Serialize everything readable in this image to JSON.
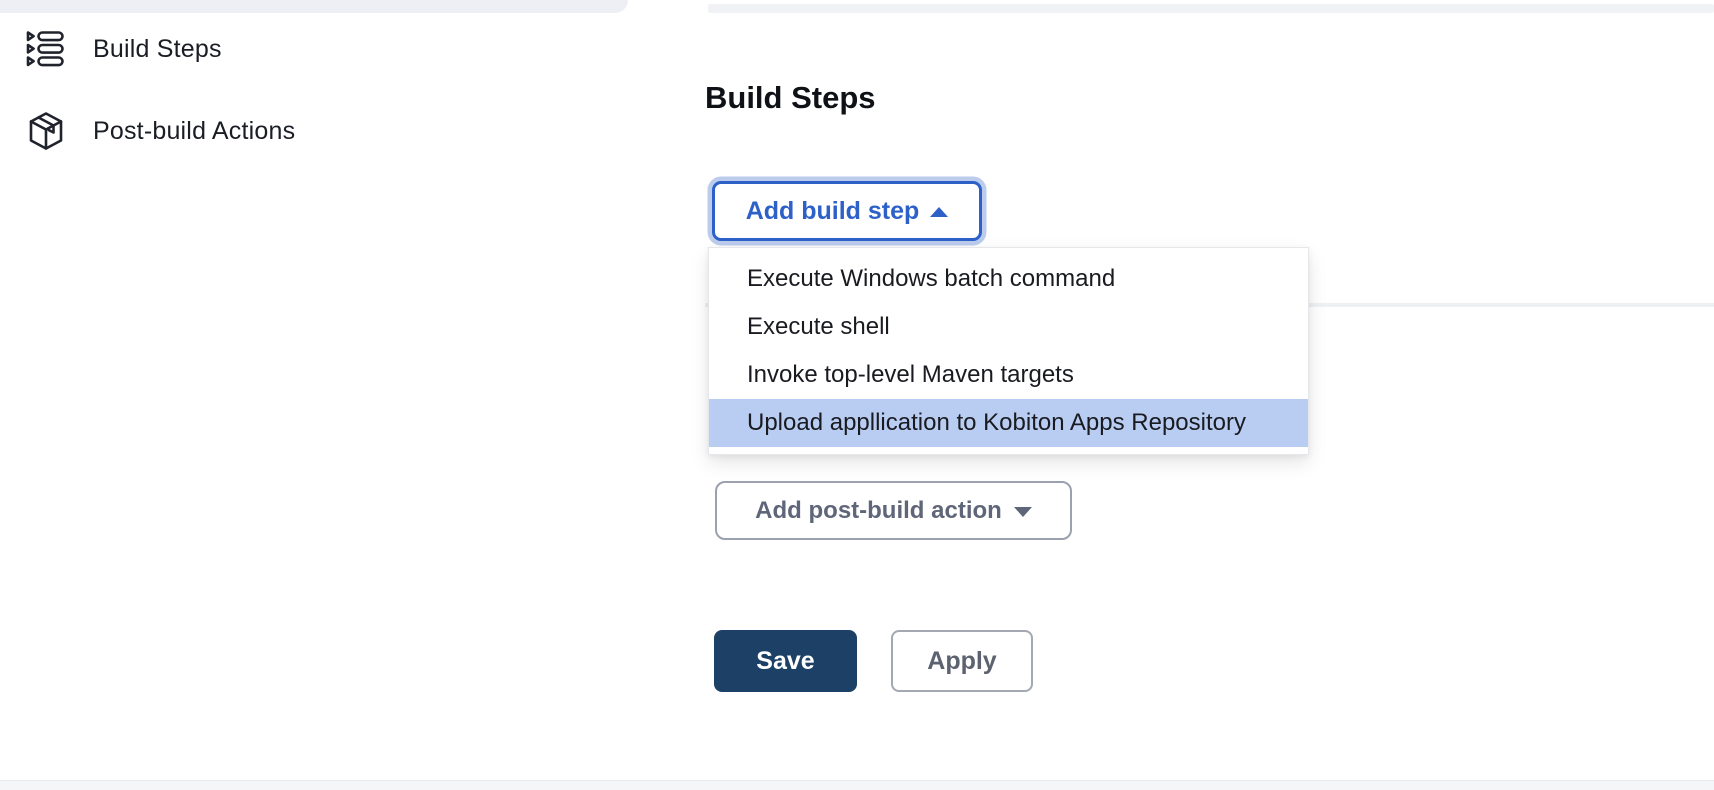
{
  "sidebar": {
    "items": [
      {
        "label": "Build Steps",
        "icon": "build-steps-list-icon"
      },
      {
        "label": "Post-build Actions",
        "icon": "package-icon"
      }
    ]
  },
  "main": {
    "heading": "Build Steps",
    "add_build_step": {
      "label": "Add build step",
      "chevron": "up",
      "expanded": true
    },
    "build_step_menu": {
      "items": [
        {
          "label": "Execute Windows batch command",
          "highlighted": false
        },
        {
          "label": "Execute shell",
          "highlighted": false
        },
        {
          "label": "Invoke top-level Maven targets",
          "highlighted": false
        },
        {
          "label": "Upload appllication to Kobiton Apps Repository",
          "highlighted": true
        }
      ],
      "selected_item": "Upload appllication to Kobiton Apps Repository"
    },
    "add_post_build_action": {
      "label": "Add post-build action",
      "chevron": "down"
    },
    "save_label": "Save",
    "apply_label": "Apply"
  },
  "colors": {
    "accent_blue": "#2d61c8",
    "focus_ring": "#aac3e2",
    "menu_highlight": "#b9cdf3",
    "save_navy": "#1d4166",
    "muted_grey_text": "#606679",
    "strip_grey": "#eef0f4"
  }
}
